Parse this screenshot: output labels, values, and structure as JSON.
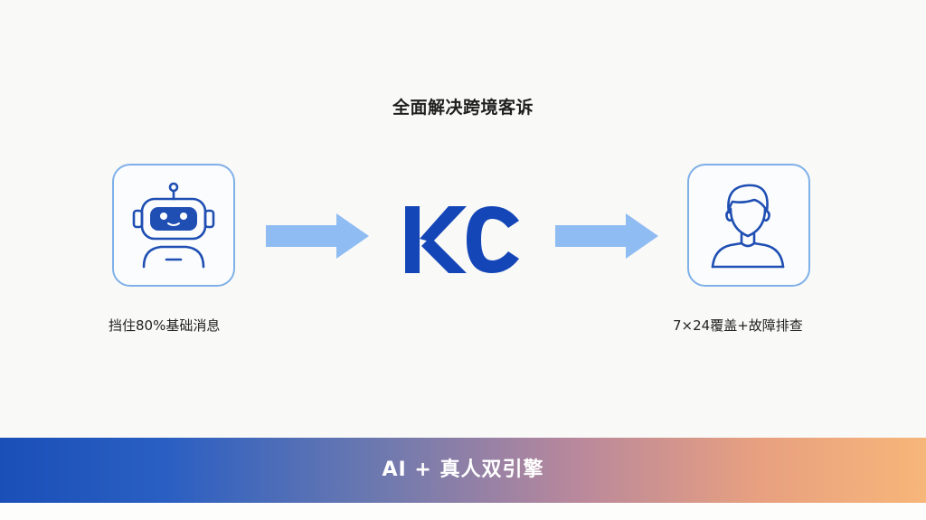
{
  "headline": "全面解决跨境客诉",
  "left_node": {
    "icon": "robot-icon",
    "caption": "挡住80%基础消息"
  },
  "center_node": {
    "logo_text": "KC"
  },
  "right_node": {
    "icon": "person-icon",
    "caption": "7×24覆盖+故障排查"
  },
  "banner": {
    "text": "AI + 真人双引擎"
  },
  "colors": {
    "icon_stroke": "#1f4fb3",
    "box_border": "#7fb0e8",
    "arrow_fill": "#8fbcf2",
    "logo": "#1446b8",
    "banner_start": "#1a4fb8",
    "banner_end": "#f7b679"
  }
}
